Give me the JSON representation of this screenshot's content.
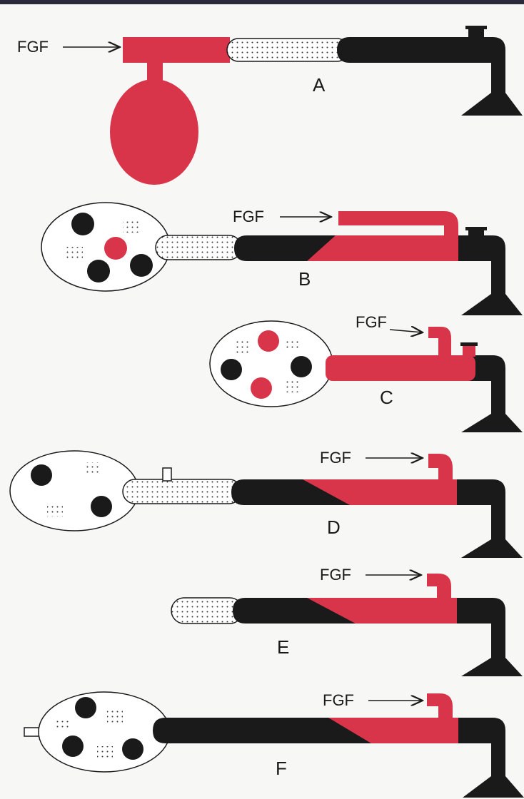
{
  "diagram": {
    "labels": {
      "a": "A",
      "b": "B",
      "c": "C",
      "d": "D",
      "e": "E",
      "f": "F",
      "fgf": "FGF"
    },
    "colors": {
      "fresh_gas": "#d9354a",
      "exhaled_gas": "#1a1a1a",
      "dotted_mix": "#ffffff",
      "outline": "#1a1a1a",
      "background": "#f7f7f5"
    }
  }
}
